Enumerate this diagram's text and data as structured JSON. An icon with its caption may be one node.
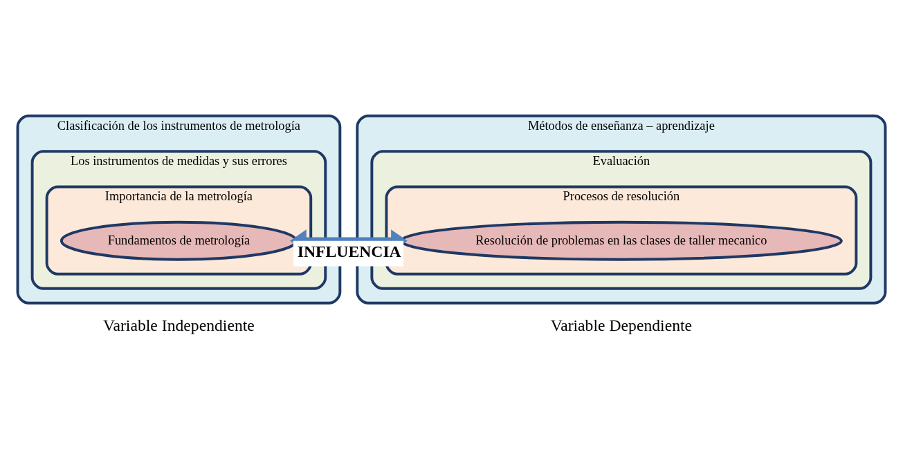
{
  "diagram": {
    "nodes": [
      {
        "text": [
          "Clasificación de los instrumentos de metrología"
        ],
        "beside": [
          "Variable Independiente"
        ]
      },
      {
        "text": [
          "Los instrumentos de medidas y sus errores"
        ],
        "in": 0
      },
      {
        "text": [
          "Importancia de la metrología"
        ],
        "in": 1
      },
      {
        "text": [
          "Fundamentos de metrología"
        ],
        "in": 2
      },
      {
        "text": [
          "Métodos de enseñanza – aprendizaje"
        ],
        "beside": [
          "Variable Dependiente"
        ]
      },
      {
        "text": [
          "Evaluación"
        ],
        "in": 4
      },
      {
        "text": [
          "Procesos de resolución"
        ],
        "in": 5
      },
      {
        "text": [
          "Resolución de problemas en las clases de taller mecanico"
        ],
        "in": 6
      }
    ],
    "edges": [
      {
        "from": 3,
        "to": 7,
        "arrow": "both",
        "label": "INFLUENCIA",
        "color": "#4f81bd"
      }
    ]
  }
}
